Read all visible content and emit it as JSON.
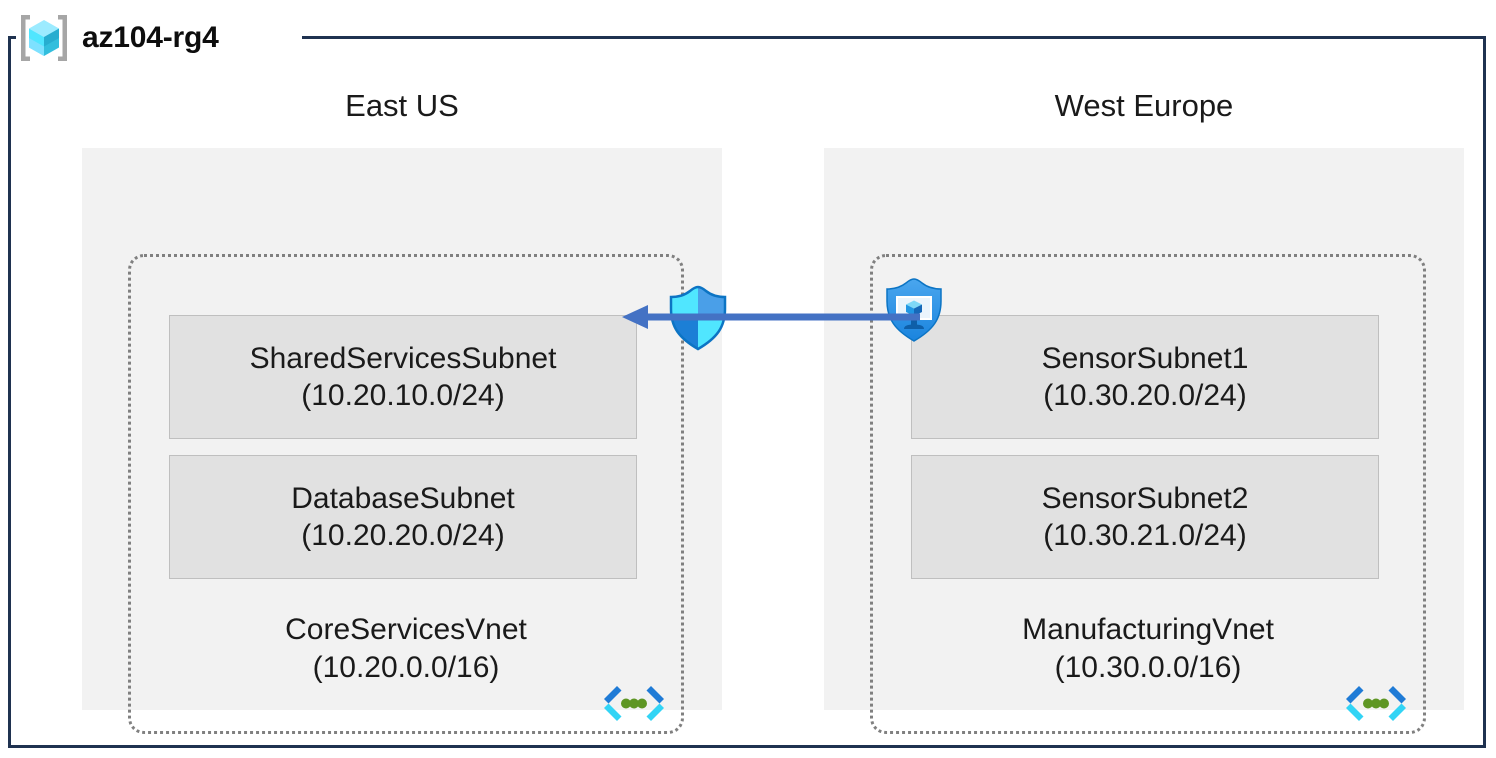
{
  "resource_group": {
    "name": "az104-rg4",
    "icon": "resource-group-cube-icon"
  },
  "regions": [
    {
      "label": "East US",
      "vnet": {
        "name": "CoreServicesVnet",
        "cidr": "(10.20.0.0/16)",
        "icon": "virtual-network-icon",
        "subnets": [
          {
            "name": "SharedServicesSubnet",
            "cidr": "(10.20.10.0/24)",
            "badge": "network-security-group-shield-icon"
          },
          {
            "name": "DatabaseSubnet",
            "cidr": "(10.20.20.0/24)",
            "badge": null
          }
        ]
      }
    },
    {
      "label": "West Europe",
      "vnet": {
        "name": "ManufacturingVnet",
        "cidr": "(10.30.0.0/16)",
        "icon": "virtual-network-icon",
        "subnets": [
          {
            "name": "SensorSubnet1",
            "cidr": "(10.30.20.0/24)",
            "badge": "application-security-group-shield-icon"
          },
          {
            "name": "SensorSubnet2",
            "cidr": "(10.30.21.0/24)",
            "badge": null
          }
        ]
      }
    }
  ],
  "connection": {
    "name": "vnet-peering-arrow",
    "direction": "right-to-left",
    "color": "#4472C4"
  },
  "colors": {
    "frame_border": "#1F3250",
    "region_fill": "#F2F2F2",
    "vnet_border": "#808080",
    "subnet_fill": "#E1E1E1",
    "subnet_border": "#BFBFBF",
    "accent_blue": "#4472C4",
    "azure_blue": "#0078D4",
    "azure_cyan": "#50E6FF",
    "vnet_green": "#5E9624"
  }
}
